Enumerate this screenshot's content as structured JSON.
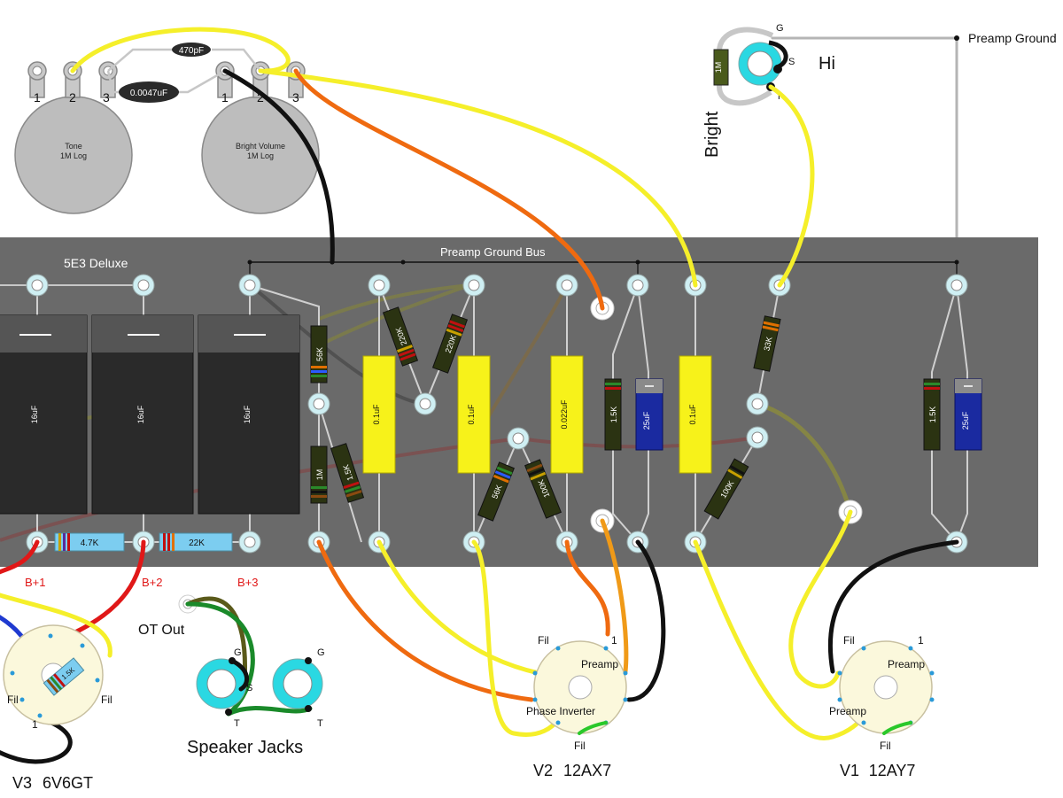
{
  "board": {
    "title": "5E3 Deluxe",
    "ground_bus": "Preamp Ground Bus"
  },
  "top": {
    "preamp_ground": "Preamp Ground",
    "hi": "Hi",
    "bright": "Bright"
  },
  "pots": [
    {
      "name": "Tone",
      "value": "1M Log",
      "lug1": "1",
      "lug2": "2",
      "lug3": "3"
    },
    {
      "name": "Bright Volume",
      "value": "1M Log",
      "lug1": "1",
      "lug2": "2",
      "lug3": "3"
    }
  ],
  "pot_caps": {
    "c1": "470pF",
    "c2": "0.0047uF"
  },
  "input_jack": {
    "g": "G",
    "s": "S",
    "t": "T",
    "resistor": "1M"
  },
  "filter_caps": [
    "16uF",
    "16uF",
    "16uF"
  ],
  "power_resistors": [
    "4.7K",
    "22K"
  ],
  "b_plus": [
    "B+1",
    "B+2",
    "B+3"
  ],
  "board_parts": {
    "r56k": "56K",
    "r1m": "1M",
    "r15k": "1.5K",
    "r220k_a": "220K",
    "r220k_b": "220K",
    "c01_a": "0.1uF",
    "c01_b": "0.1uF",
    "c0022": "0.022uF",
    "r56k_b": "56K",
    "r100k_a": "100K",
    "r15k_b": "1.5K",
    "c25_a": "25uF",
    "c01_c": "0.1uF",
    "r33k": "33K",
    "r100k_b": "100K",
    "r15k_c": "1.5K",
    "c25_b": "25uF"
  },
  "ot_out": "OT Out",
  "speaker_jacks": {
    "label": "Speaker Jacks",
    "g": "G",
    "s": "S",
    "t": "T",
    "g2": "G",
    "t2": "T"
  },
  "tubes": [
    {
      "id": "V3",
      "type": "6V6GT",
      "fil_left": "Fil",
      "fil_right": "Fil",
      "pin1": "1",
      "resistor": "1.5K"
    },
    {
      "id": "V2",
      "type": "12AX7",
      "fil_top": "Fil",
      "pin1": "1",
      "section_a": "Preamp",
      "section_b": "Phase Inverter",
      "fil_bottom": "Fil"
    },
    {
      "id": "V1",
      "type": "12AY7",
      "fil_top": "Fil",
      "pin1": "1",
      "section_a": "Preamp",
      "section_b": "Preamp",
      "fil_bottom": "Fil"
    }
  ],
  "colors": {
    "board": "#6a6a6a",
    "yellow_wire": "#f5ef2a",
    "orange_wire": "#ef6a10",
    "red_wire": "#e01818",
    "black_wire": "#111111",
    "green_wire": "#1a8a2a",
    "jack_cyan": "#2ad8e2",
    "cap_yellow": "#f7f21a",
    "cap_blue": "#1a2aa0",
    "resistor_blue": "#7ccdf0"
  }
}
